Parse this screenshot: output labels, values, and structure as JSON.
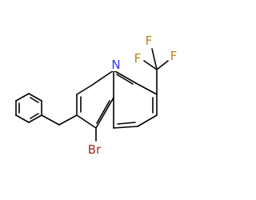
{
  "structure": {
    "atoms": {
      "nitrogen": {
        "label": "N",
        "color": "#3333ff"
      },
      "bromine": {
        "label": "Br",
        "color": "#a52a2a"
      },
      "fluorine_top": {
        "label": "F",
        "color": "#b8860b"
      },
      "fluorine_left": {
        "label": "F",
        "color": "#b8860b"
      },
      "fluorine_right": {
        "label": "F",
        "color": "#b8860b"
      }
    },
    "bond_color": "#000000",
    "background": "#ffffff"
  }
}
